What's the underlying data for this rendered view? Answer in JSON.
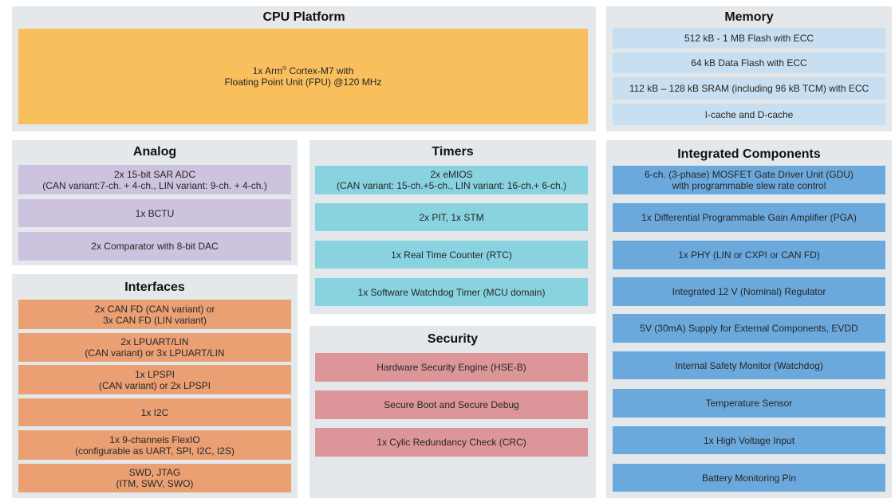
{
  "cpu_platform": {
    "title": "CPU Platform",
    "core": {
      "line1_before": "1x Arm",
      "reg": "®",
      "line1_after": " Cortex-M7 with",
      "line2": "Floating Point Unit (FPU) @120 MHz"
    }
  },
  "memory": {
    "title": "Memory",
    "items": [
      "512 kB - 1 MB Flash with ECC",
      "64 kB Data Flash with ECC",
      "112 kB – 128 kB SRAM (including 96 kB TCM) with ECC",
      "I-cache and D-cache"
    ]
  },
  "analog": {
    "title": "Analog",
    "items": [
      {
        "l1": "2x 15-bit SAR ADC",
        "l2": "(CAN variant:7-ch. + 4-ch., LIN variant: 9-ch. + 4-ch.)"
      },
      {
        "l1": "1x BCTU",
        "l2": ""
      },
      {
        "l1": "2x Comparator with 8-bit DAC",
        "l2": ""
      }
    ]
  },
  "timers": {
    "title": "Timers",
    "items": [
      {
        "l1": "2x eMIOS",
        "l2": "(CAN variant: 15-ch.+5-ch., LIN variant: 16-ch.+ 6-ch.)"
      },
      {
        "l1": "2x PIT, 1x STM",
        "l2": ""
      },
      {
        "l1": "1x Real Time Counter (RTC)",
        "l2": ""
      },
      {
        "l1": "1x Software Watchdog Timer (MCU domain)",
        "l2": ""
      }
    ]
  },
  "security": {
    "title": "Security",
    "items": [
      "Hardware Security Engine (HSE-B)",
      "Secure Boot and Secure Debug",
      "1x Cylic Redundancy Check (CRC)"
    ]
  },
  "interfaces": {
    "title": "Interfaces",
    "items": [
      {
        "l1": "2x CAN FD (CAN variant) or",
        "l2": "3x CAN FD (LIN variant)"
      },
      {
        "l1": "2x LPUART/LIN",
        "l2": "(CAN variant) or 3x LPUART/LIN"
      },
      {
        "l1": "1x LPSPI",
        "l2": "(CAN variant) or 2x LPSPI"
      },
      {
        "l1": "1x I2C",
        "l2": ""
      },
      {
        "l1": "1x 9-channels FlexIO",
        "l2": "(configurable as UART, SPI, I2C, I2S)"
      },
      {
        "l1": "SWD, JTAG",
        "l2": "(ITM, SWV, SWO)"
      }
    ]
  },
  "integrated": {
    "title": "Integrated Components",
    "items": [
      {
        "l1": "6-ch. (3-phase) MOSFET Gate Driver Unit (GDU)",
        "l2": "with programmable slew rate control"
      },
      {
        "l1": "1x Differential Programmable Gain Amplifier (PGA)",
        "l2": ""
      },
      {
        "l1": "1x PHY (LIN or CXPI or CAN FD)",
        "l2": ""
      },
      {
        "l1": "Integrated 12 V (Nominal) Regulator",
        "l2": ""
      },
      {
        "l1": "5V (30mA) Supply for External Components, EVDD",
        "l2": ""
      },
      {
        "l1": "Internal Safety Monitor (Watchdog)",
        "l2": ""
      },
      {
        "l1": "Temperature Sensor",
        "l2": ""
      },
      {
        "l1": "1x High Voltage Input",
        "l2": ""
      },
      {
        "l1": "Battery Monitoring Pin",
        "l2": ""
      }
    ]
  },
  "colors": {
    "panel_bg": "#e5e8eb",
    "cpu": "#f9bf5c",
    "memory": "#c7dff1",
    "analog": "#cdc3de",
    "timers": "#88d3df",
    "security": "#dc9699",
    "interfaces": "#eba074",
    "integrated": "#6ba9dd"
  }
}
